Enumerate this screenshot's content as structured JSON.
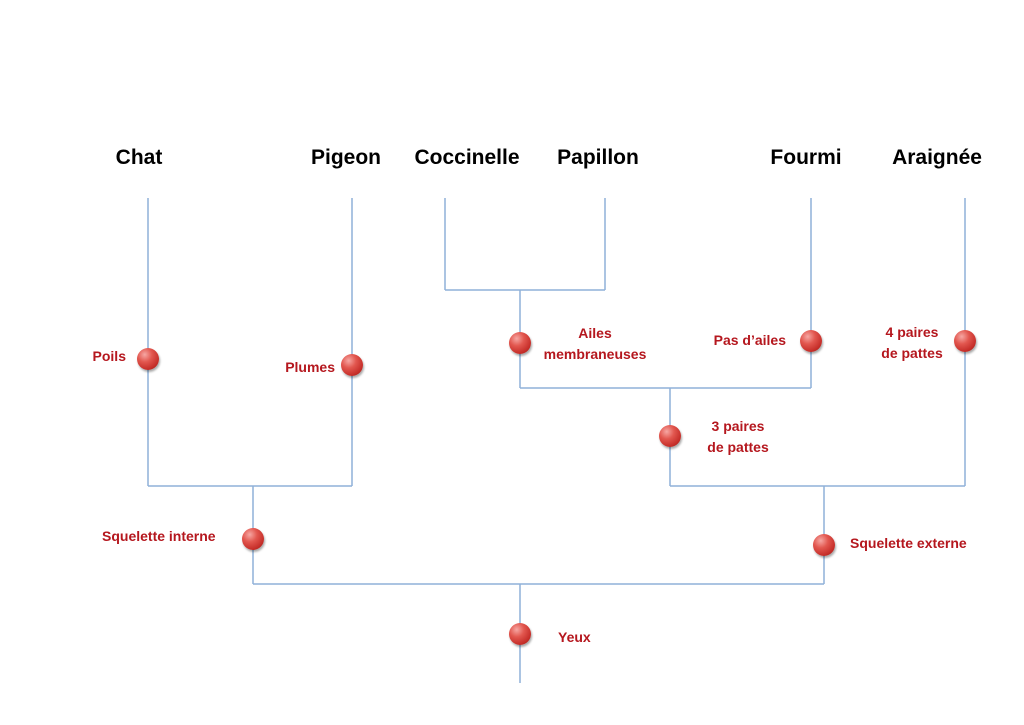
{
  "taxa": {
    "chat": "Chat",
    "pigeon": "Pigeon",
    "coccinelle": "Coccinelle",
    "papillon": "Papillon",
    "fourmi": "Fourmi",
    "araignee": "Araignée"
  },
  "traits": {
    "poils": "Poils",
    "plumes": "Plumes",
    "ailes_membraneuses_1": "Ailes",
    "ailes_membraneuses_2": "membraneuses",
    "pas_d_ailes": "Pas d’ailes",
    "quatre_paires_1": "4 paires",
    "quatre_paires_2": "de pattes",
    "trois_paires_1": "3 paires",
    "trois_paires_2": "de pattes",
    "squelette_interne": "Squelette interne",
    "squelette_externe": "Squelette externe",
    "yeux": "Yeux"
  },
  "colors": {
    "branch": "#8fb1d9",
    "trait_text": "#b5171e",
    "marker": "#d9403a"
  }
}
